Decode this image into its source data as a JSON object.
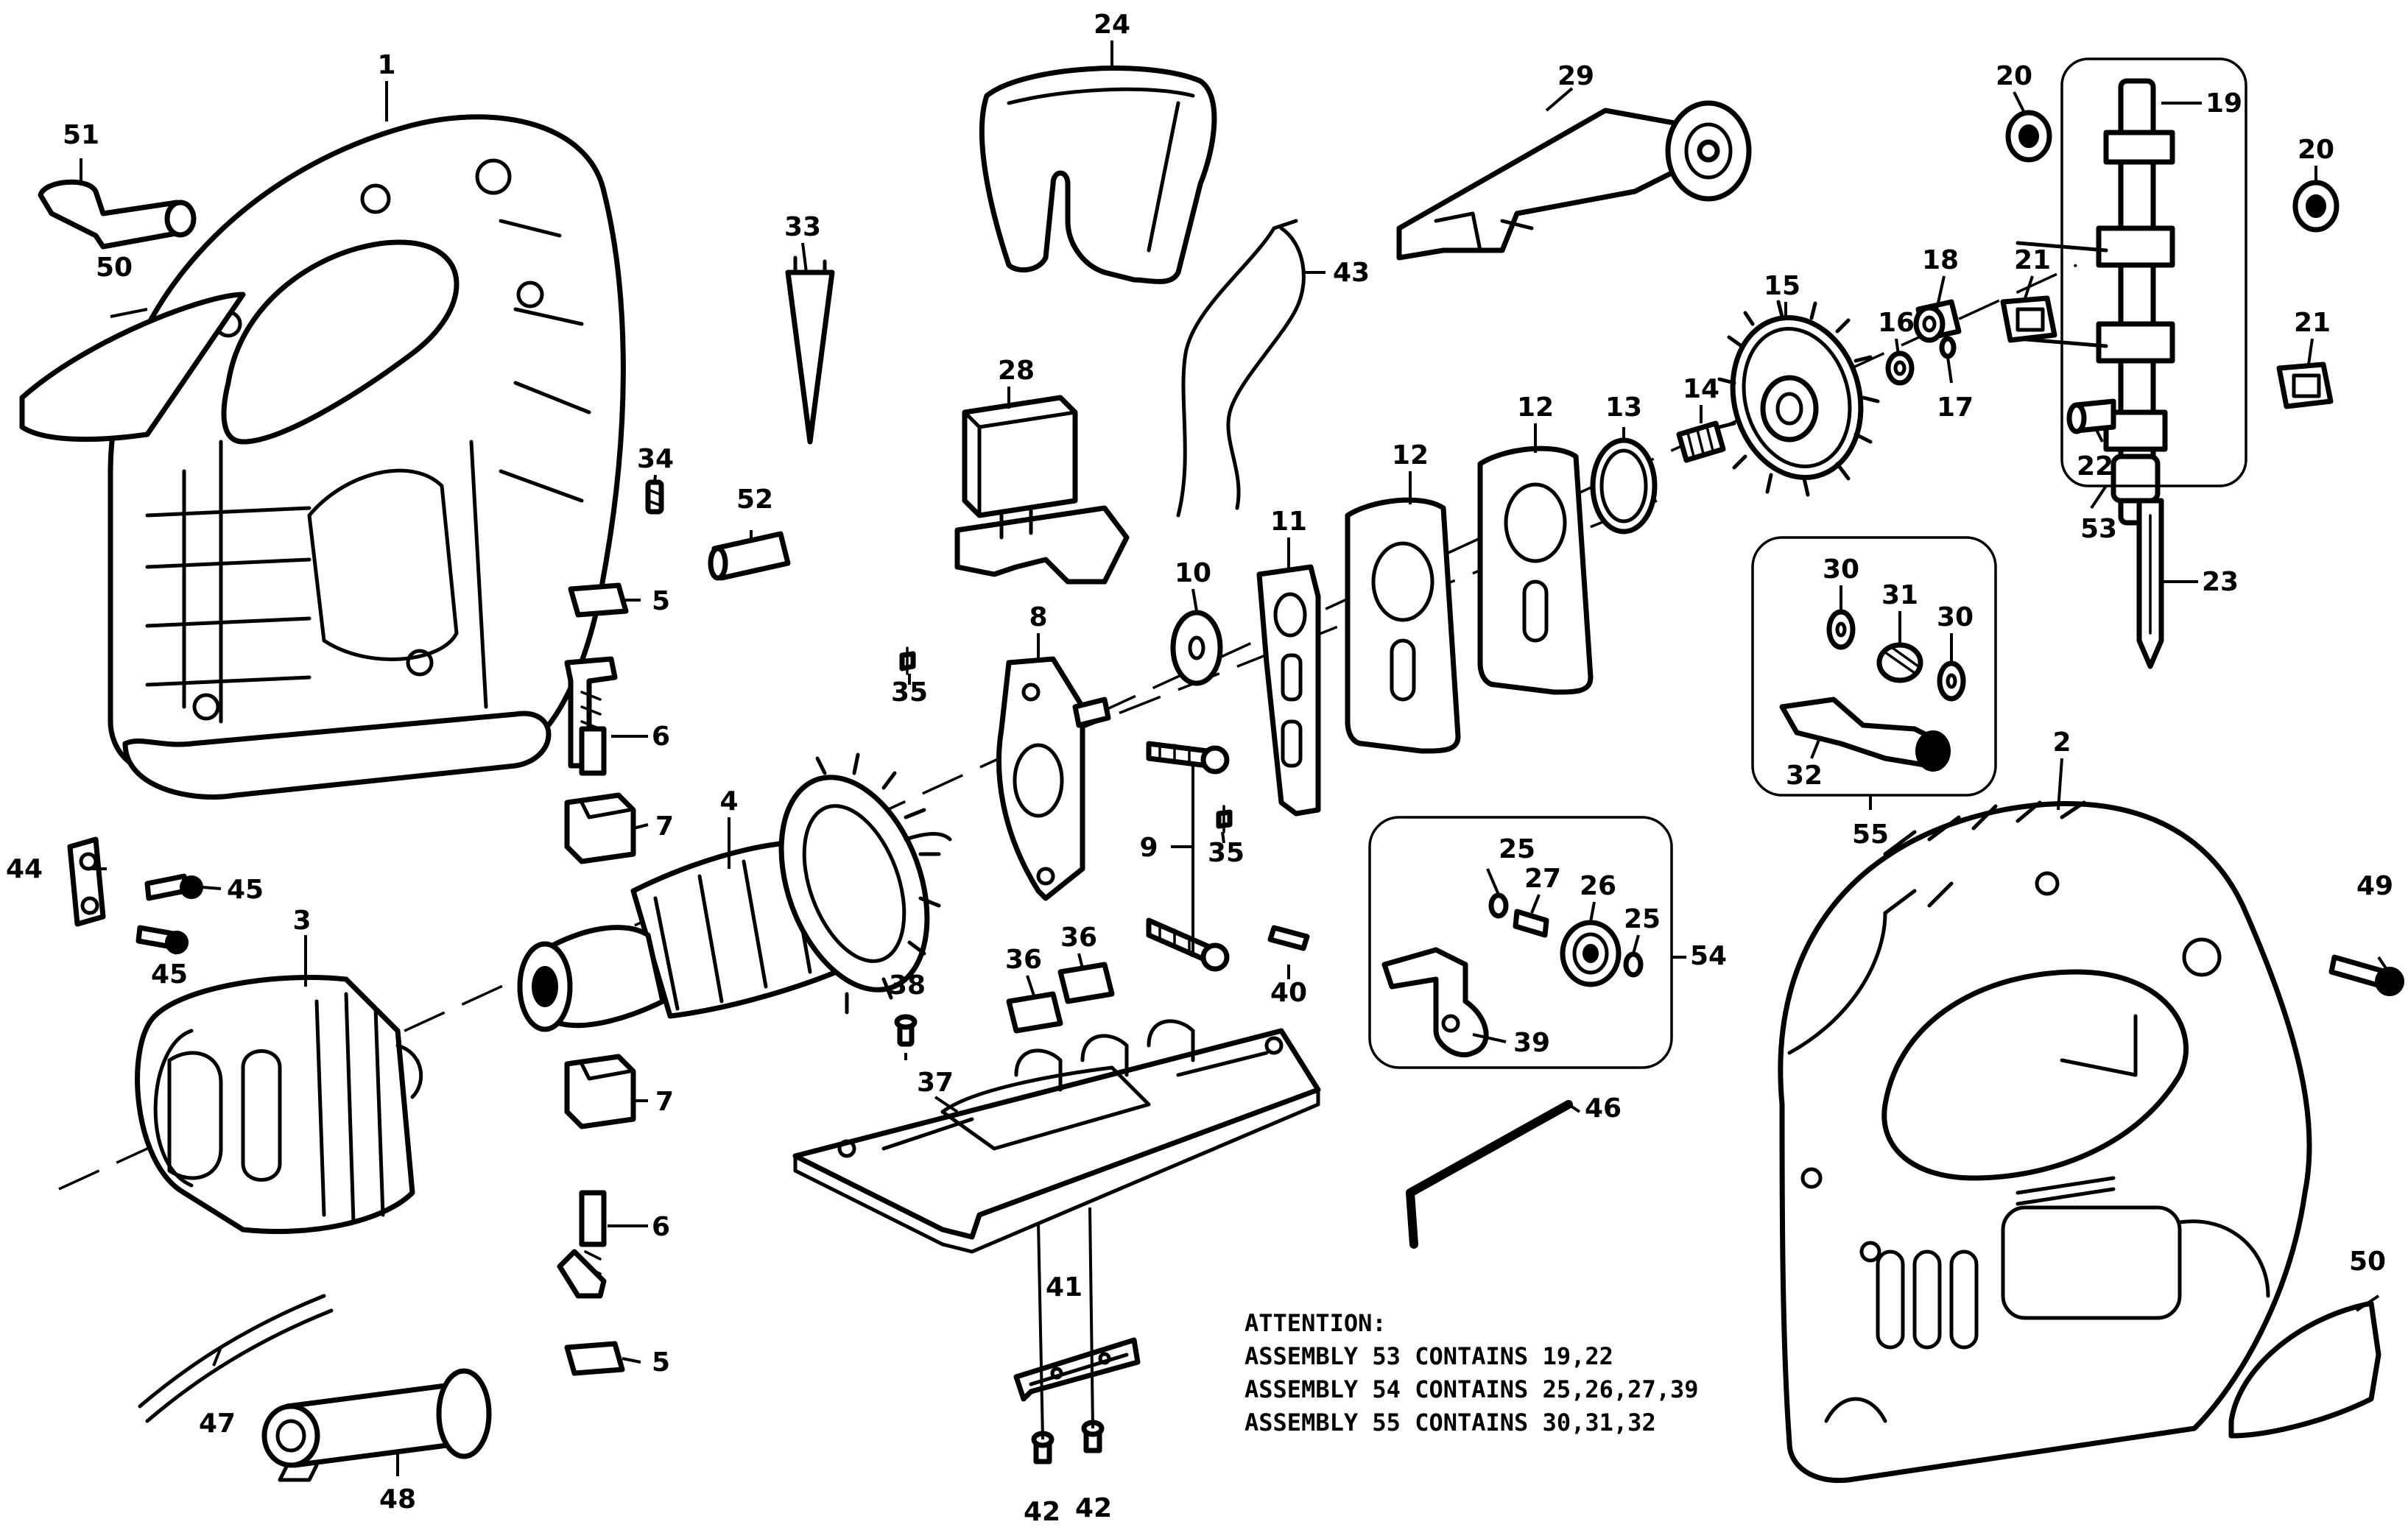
{
  "labels": {
    "p1": "1",
    "p2": "2",
    "p3": "3",
    "p4": "4",
    "p5a": "5",
    "p5b": "5",
    "p6a": "6",
    "p6b": "6",
    "p7a": "7",
    "p7b": "7",
    "p8": "8",
    "p9": "9",
    "p10": "10",
    "p11": "11",
    "p12a": "12",
    "p12b": "12",
    "p13": "13",
    "p14": "14",
    "p15": "15",
    "p16": "16",
    "p17": "17",
    "p18": "18",
    "p19": "19",
    "p20a": "20",
    "p20b": "20",
    "p21a": "21",
    "p21b": "21",
    "p22": "22",
    "p23": "23",
    "p24": "24",
    "p25a": "25",
    "p25b": "25",
    "p26": "26",
    "p27": "27",
    "p28": "28",
    "p29": "29",
    "p30a": "30",
    "p30b": "30",
    "p31": "31",
    "p32": "32",
    "p33": "33",
    "p34": "34",
    "p35a": "35",
    "p35b": "35",
    "p36a": "36",
    "p36b": "36",
    "p37": "37",
    "p38": "38",
    "p39": "39",
    "p40": "40",
    "p41": "41",
    "p42a": "42",
    "p42b": "42",
    "p43": "43",
    "p44": "44",
    "p45a": "45",
    "p45b": "45",
    "p46": "46",
    "p47": "47",
    "p48": "48",
    "p49": "49",
    "p50a": "50",
    "p50b": "50",
    "p51": "51",
    "p52": "52",
    "p53": "53",
    "p54": "54",
    "p55": "55"
  },
  "note": {
    "heading": "ATTENTION:",
    "lines": [
      "ASSEMBLY 53 CONTAINS 19,22",
      "ASSEMBLY 54 CONTAINS 25,26,27,39",
      "ASSEMBLY 55 CONTAINS 30,31,32"
    ]
  }
}
